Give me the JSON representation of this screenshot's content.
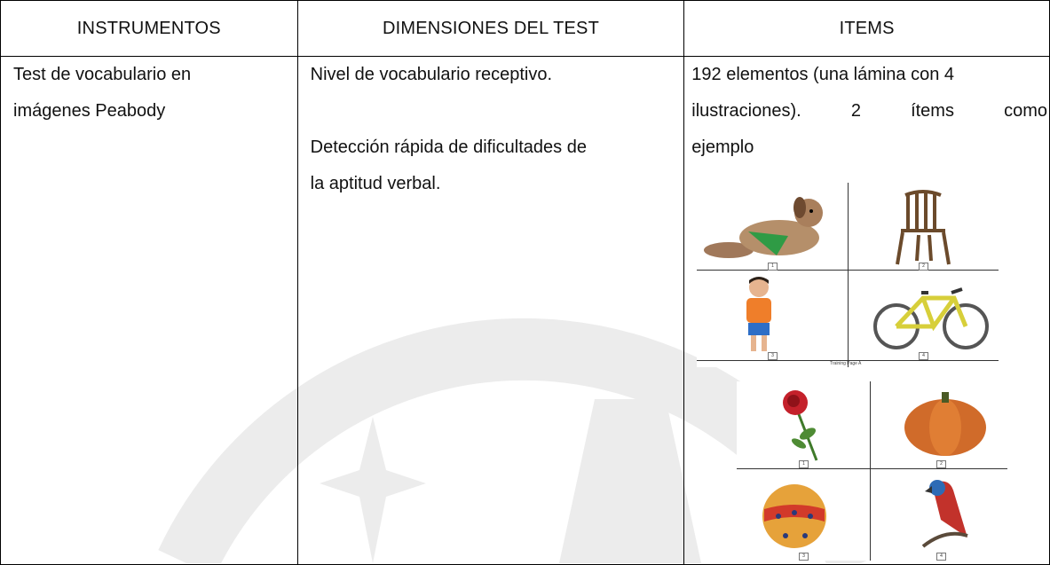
{
  "header": {
    "col1": "INSTRUMENTOS",
    "col2": "DIMENSIONES DEL TEST",
    "col3": "ITEMS"
  },
  "row": {
    "instrument_line1": "Test de vocabulario en",
    "instrument_line2": "imágenes Peabody",
    "dimension1": "Nivel de vocabulario receptivo.",
    "dimension2_line1": "Detección rápida de dificultades de",
    "dimension2_line2": "la aptitud verbal.",
    "items_line1": "192 elementos (una lámina con 4",
    "items_line2_words": [
      "ilustraciones).",
      "2",
      "ítems",
      "como"
    ],
    "items_line3": "ejemplo"
  },
  "plate_a": {
    "numbers": [
      "1",
      "2",
      "3",
      "4"
    ],
    "caption": "Training Page A"
  },
  "plate_b": {
    "numbers": [
      "1",
      "2",
      "3",
      "4"
    ]
  },
  "colors": {
    "border": "#000000",
    "watermark": "#ececec"
  }
}
